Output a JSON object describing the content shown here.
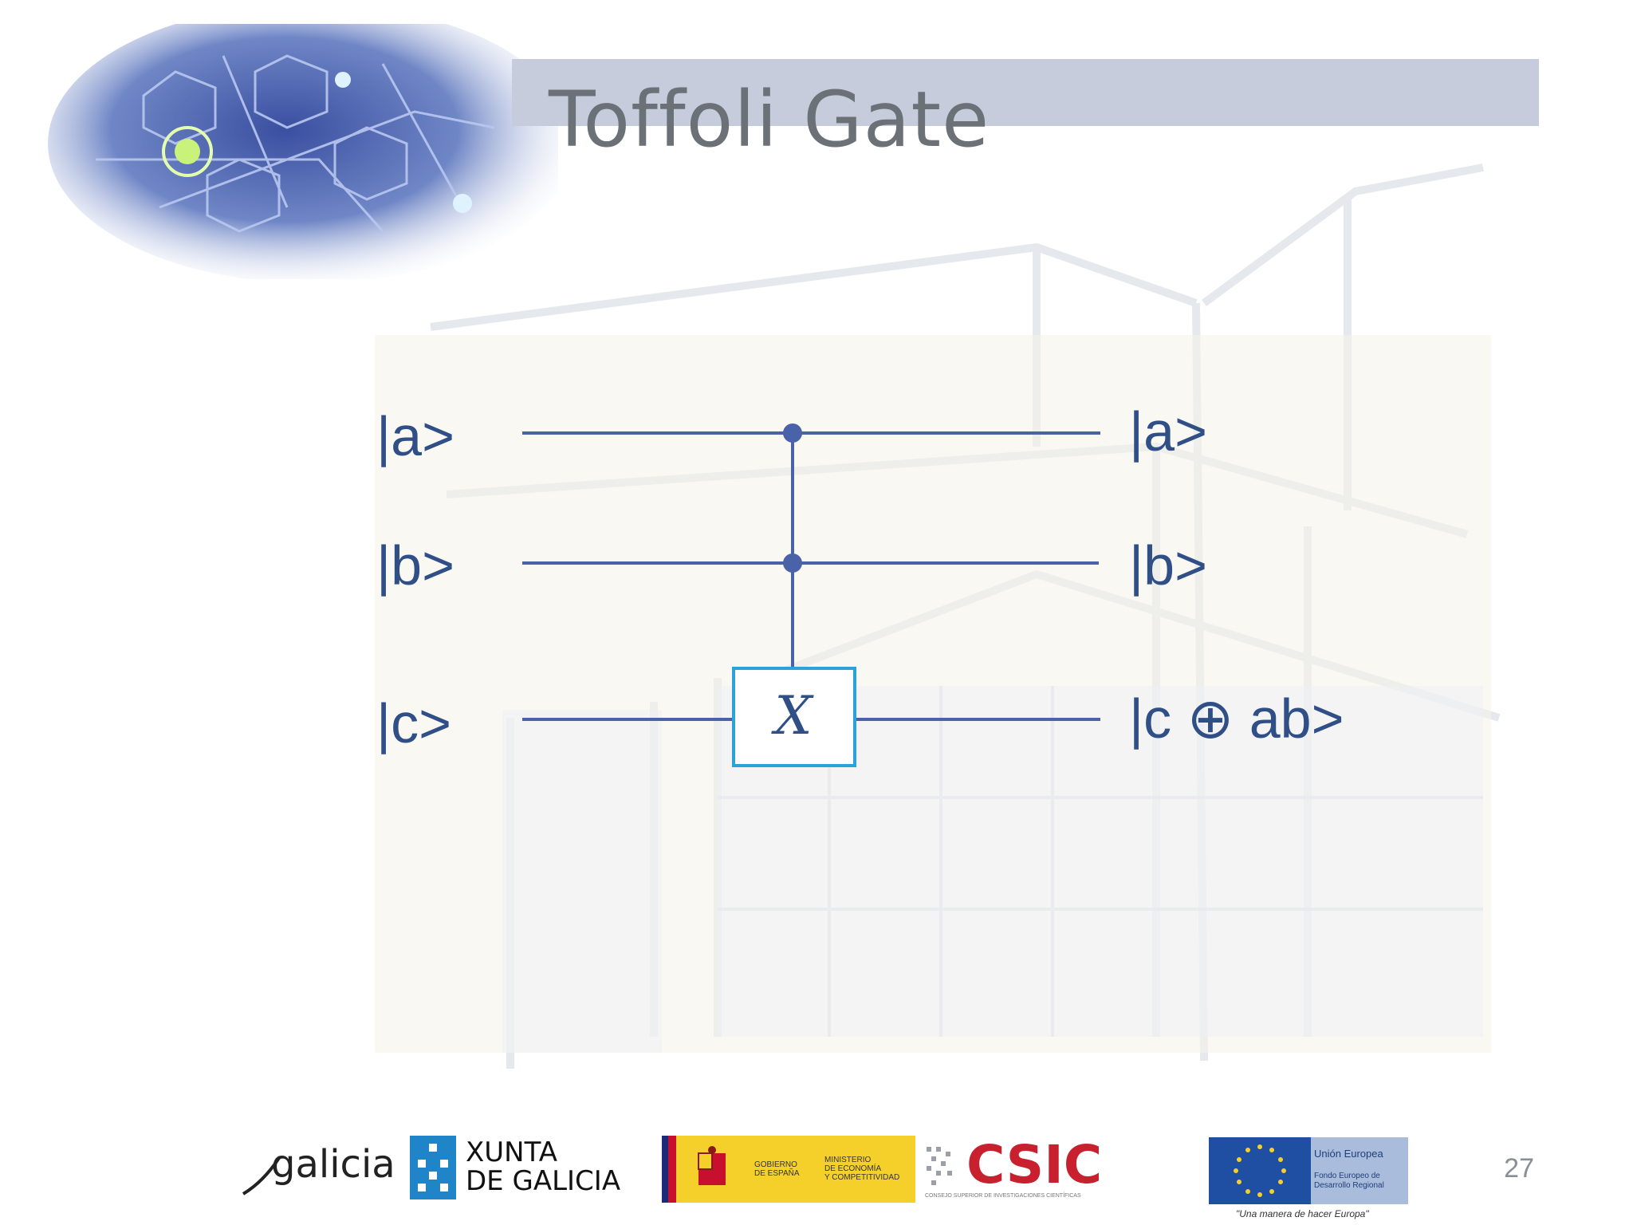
{
  "slide": {
    "title": "Toffoli Gate",
    "page_number": "27"
  },
  "circuit": {
    "inputs": [
      "|a>",
      "|b>",
      "|c>"
    ],
    "outputs": [
      "|a>",
      "|b>",
      "|c ⊕ ab>"
    ],
    "gate_label": "X",
    "controls": [
      "a",
      "b"
    ],
    "target": "c",
    "wire_color": "#4a63a8",
    "gate_border_color": "#2aa3d8"
  },
  "footer": {
    "galicia_label": "galicia",
    "xunta_line1": "XUNTA",
    "xunta_line2": "DE GALICIA",
    "gobierno_line1": "GOBIERNO",
    "gobierno_line2": "DE ESPAÑA",
    "ministerio_line1": "MINISTERIO",
    "ministerio_line2": "DE ECONOMÍA",
    "ministerio_line3": "Y COMPETITIVIDAD",
    "csic_label": "CSIC",
    "csic_sub": "CONSEJO SUPERIOR DE INVESTIGACIONES CIENTÍFICAS",
    "eu_line1": "Unión Europea",
    "eu_line2": "Fondo Europeo de",
    "eu_line3": "Desarrollo Regional",
    "eu_motto": "\"Una manera de hacer Europa\""
  }
}
